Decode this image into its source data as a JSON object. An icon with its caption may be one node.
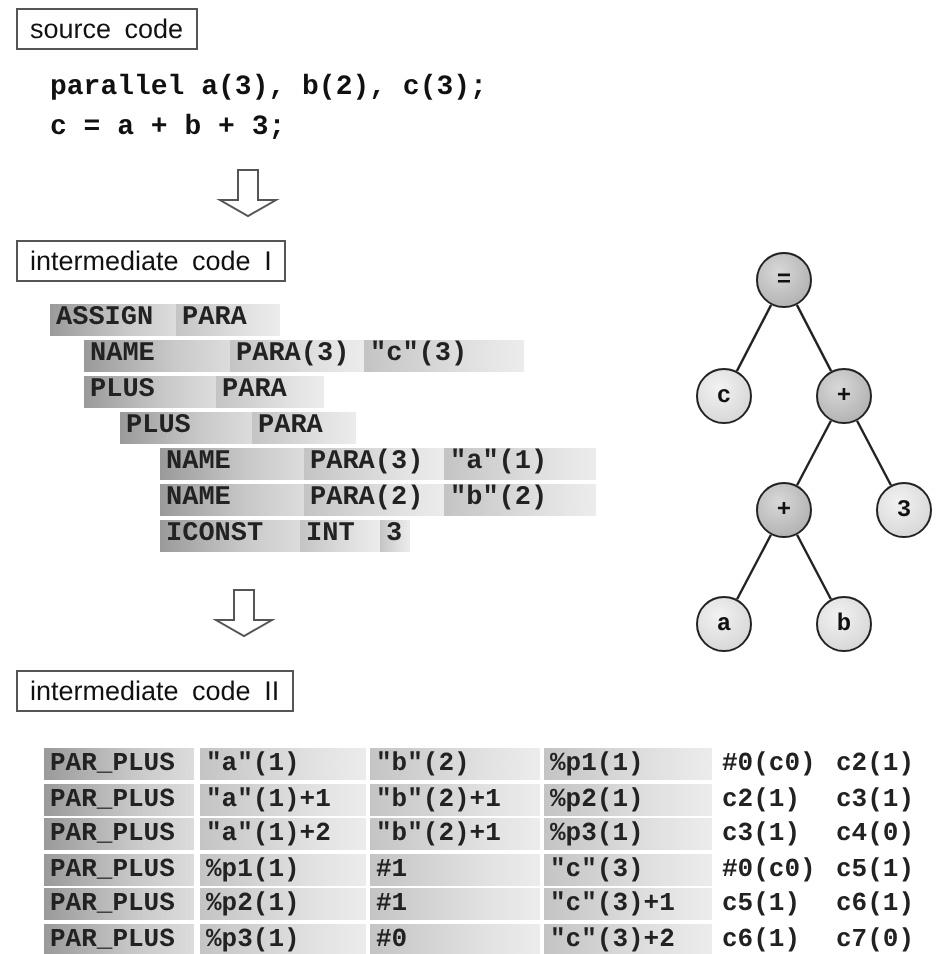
{
  "diagram": {
    "nodes": [
      {
        "text": [
          "source code"
        ]
      },
      {
        "text": [
          "intermediate code I"
        ]
      },
      {
        "text": [
          "intermediate code II"
        ]
      },
      {
        "text": [
          "="
        ]
      },
      {
        "text": [
          "c"
        ]
      },
      {
        "text": [
          "+"
        ]
      },
      {
        "text": [
          "+"
        ]
      },
      {
        "text": [
          "3"
        ]
      },
      {
        "text": [
          "a"
        ]
      },
      {
        "text": [
          "b"
        ]
      }
    ],
    "edges": [
      {
        "from": 3,
        "to": 4,
        "arrow": "none"
      },
      {
        "from": 3,
        "to": 5,
        "arrow": "none"
      },
      {
        "from": 5,
        "to": 6,
        "arrow": "none"
      },
      {
        "from": 5,
        "to": 7,
        "arrow": "none"
      },
      {
        "from": 6,
        "to": 8,
        "arrow": "none"
      },
      {
        "from": 6,
        "to": 9,
        "arrow": "none"
      }
    ],
    "labels": [
      "parallel a(3), b(2), c(3);",
      "c = a + b + 3;",
      "ASSIGN",
      "PARA",
      "NAME",
      "PARA(3)",
      "″c″(3)",
      "PLUS",
      "PARA",
      "PLUS",
      "PARA",
      "NAME",
      "PARA(3)",
      "″a″(1)",
      "NAME",
      "PARA(2)",
      "″b″(2)",
      "ICONST",
      "INT",
      "3",
      "PAR_PLUS",
      "″a″(1)",
      "″b″(2)",
      "%p1(1)",
      "#0(c0)",
      "c2(1)",
      "PAR_PLUS",
      "″a″(1)+1",
      "″b″(2)+1",
      "%p2(1)",
      "c2(1)",
      "c3(1)",
      "PAR_PLUS",
      "″a″(1)+2",
      "″b″(2)+1",
      "%p3(1)",
      "c3(1)",
      "c4(0)",
      "PAR_PLUS",
      "%p1(1)",
      "#1",
      "″c″(3)",
      "#0(c0)",
      "c5(1)",
      "PAR_PLUS",
      "%p2(1)",
      "#1",
      "″c″(3)+1",
      "c5(1)",
      "c6(1)",
      "PAR_PLUS",
      "%p3(1)",
      "#0",
      "″c″(3)+2",
      "c6(1)",
      "c7(0)"
    ]
  }
}
